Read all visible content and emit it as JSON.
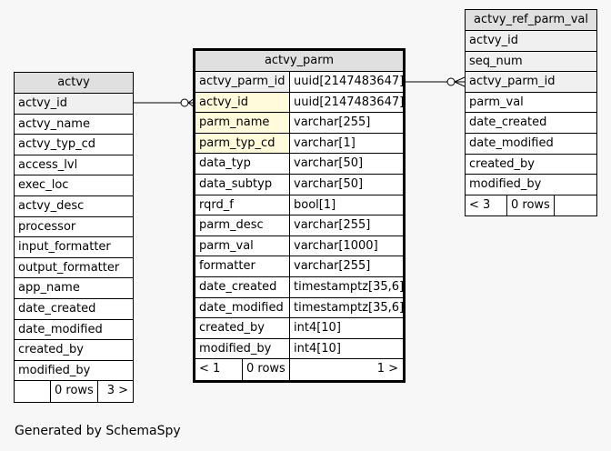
{
  "tables": {
    "actvy": {
      "title": "actvy",
      "columns": [
        "actvy_id",
        "actvy_name",
        "actvy_typ_cd",
        "access_lvl",
        "exec_loc",
        "actvy_desc",
        "processor",
        "input_formatter",
        "output_formatter",
        "app_name",
        "date_created",
        "date_modified",
        "created_by",
        "modified_by"
      ],
      "footer": [
        "",
        "0 rows",
        "3 >"
      ]
    },
    "actvy_parm": {
      "title": "actvy_parm",
      "columns": [
        {
          "name": "actvy_parm_id",
          "type": "uuid[2147483647]"
        },
        {
          "name": "actvy_id",
          "type": "uuid[2147483647]"
        },
        {
          "name": "parm_name",
          "type": "varchar[255]"
        },
        {
          "name": "parm_typ_cd",
          "type": "varchar[1]"
        },
        {
          "name": "data_typ",
          "type": "varchar[50]"
        },
        {
          "name": "data_subtyp",
          "type": "varchar[50]"
        },
        {
          "name": "rqrd_f",
          "type": "bool[1]"
        },
        {
          "name": "parm_desc",
          "type": "varchar[255]"
        },
        {
          "name": "parm_val",
          "type": "varchar[1000]"
        },
        {
          "name": "formatter",
          "type": "varchar[255]"
        },
        {
          "name": "date_created",
          "type": "timestamptz[35,6]"
        },
        {
          "name": "date_modified",
          "type": "timestamptz[35,6]"
        },
        {
          "name": "created_by",
          "type": "int4[10]"
        },
        {
          "name": "modified_by",
          "type": "int4[10]"
        }
      ],
      "footer": [
        "< 1",
        "0 rows",
        "1 >"
      ]
    },
    "actvy_ref_parm_val": {
      "title": "actvy_ref_parm_val",
      "columns": [
        "actvy_id",
        "seq_num",
        "actvy_parm_id",
        "parm_val",
        "date_created",
        "date_modified",
        "created_by",
        "modified_by"
      ],
      "footer": [
        "< 3",
        "0 rows",
        ""
      ]
    }
  },
  "footer_text": "Generated by SchemaSpy"
}
